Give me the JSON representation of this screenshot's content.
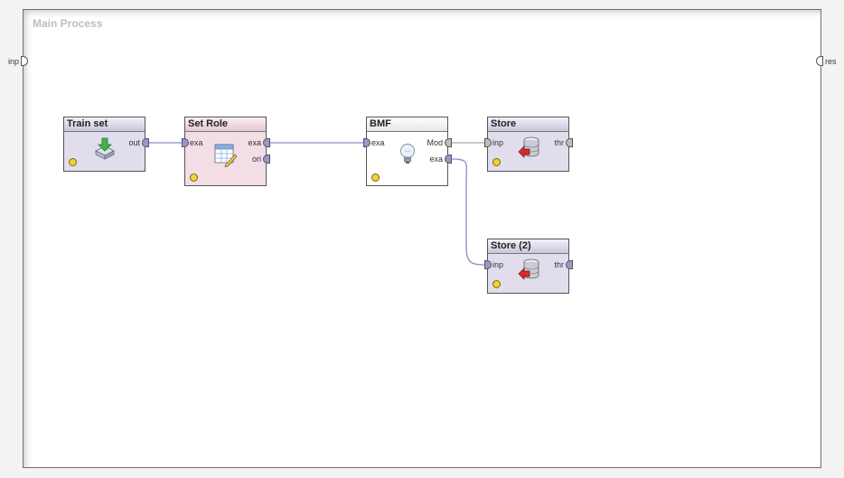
{
  "process": {
    "title": "Main Process",
    "input_port": "inp",
    "output_port": "res"
  },
  "operators": {
    "train_set": {
      "name": "Train set",
      "out": "out",
      "icon": "retrieve-icon"
    },
    "set_role": {
      "name": "Set Role",
      "in": "exa",
      "out1": "exa",
      "out2": "ori",
      "icon": "set-role-icon"
    },
    "bmf": {
      "name": "BMF",
      "in": "exa",
      "out1": "Mod",
      "out2": "exa",
      "icon": "lightbulb-icon"
    },
    "store": {
      "name": "Store",
      "in": "inp",
      "out": "thr",
      "icon": "store-icon"
    },
    "store2": {
      "name": "Store (2)",
      "in": "inp",
      "out": "thr",
      "icon": "store-icon"
    }
  },
  "colors": {
    "wire": "#8f8bc7",
    "wire_gray": "#a9a9a9",
    "status": "#f0d23a"
  }
}
